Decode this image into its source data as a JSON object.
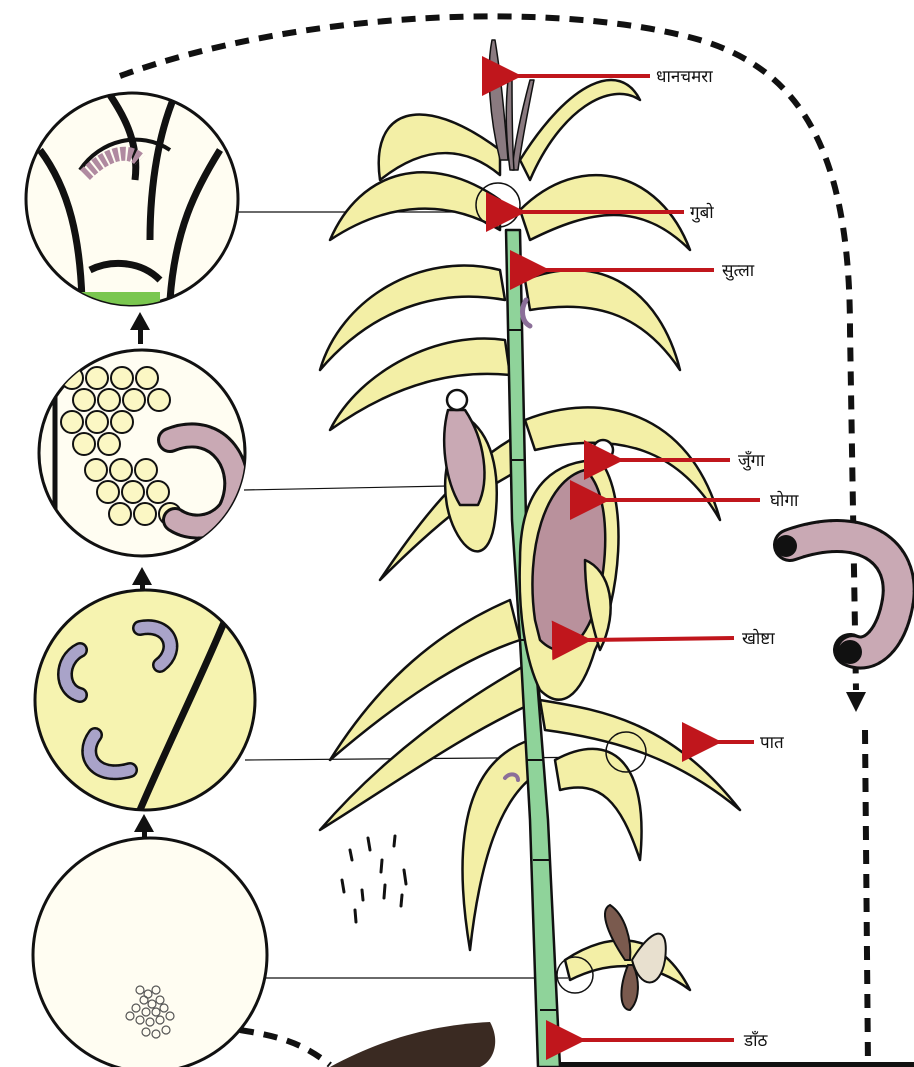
{
  "labels": {
    "tassel": "धानचमरा",
    "whorl": "गुबो",
    "stem_tunnel": "सुत्ला",
    "silk": "जुँगा",
    "cob": "घोगा",
    "husk": "खोष्टा",
    "leaf": "पात",
    "stalk": "डाँठ"
  },
  "colors": {
    "arrow": "#c0161c",
    "leaf_fill": "#f3efa6",
    "stem": "#8fd39a",
    "outline": "#111111",
    "larva": "#b98a95",
    "egg_fill": "#fbf7c4"
  },
  "icons": {
    "insets": [
      "larva-in-stem-cross-section",
      "larva-eating-kernels",
      "young-larvae-on-leaf",
      "egg-mass"
    ],
    "large_larva": "borer-larva",
    "moth": "adult-moth"
  }
}
